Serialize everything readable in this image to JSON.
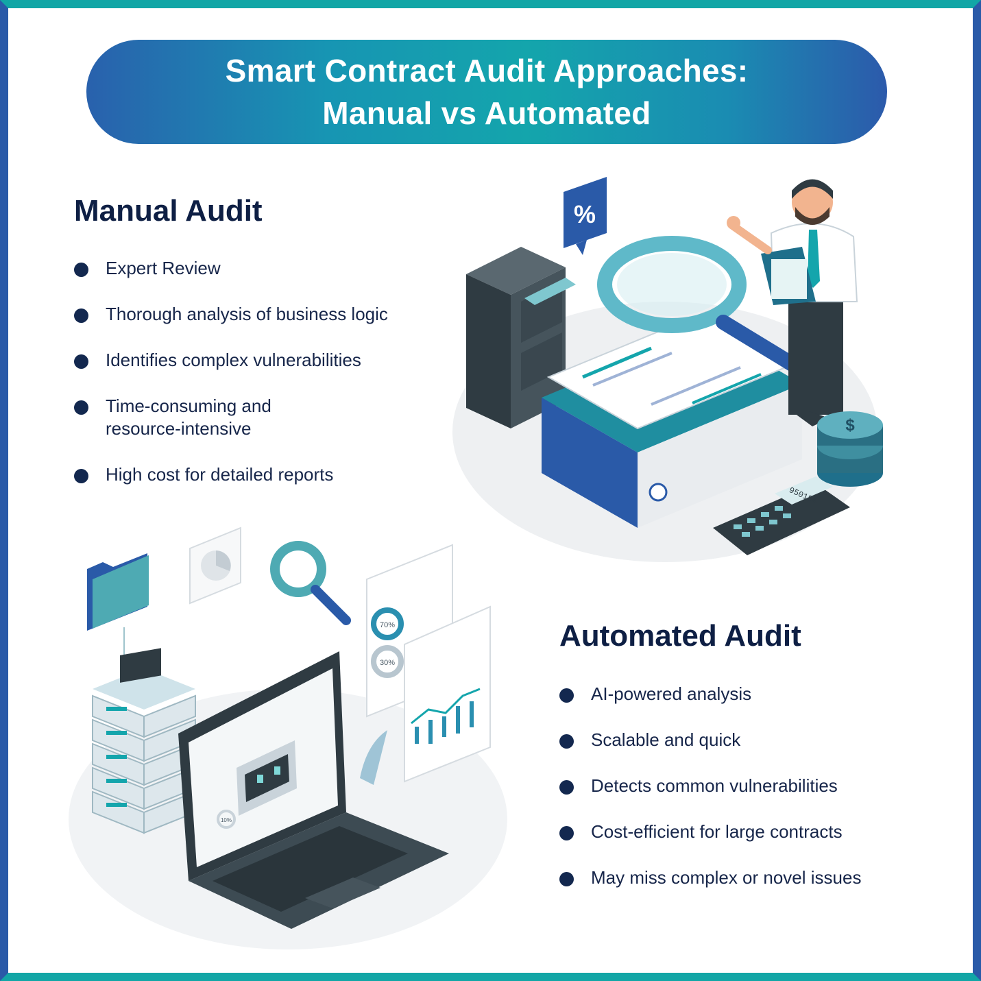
{
  "title": {
    "line1": "Smart Contract Audit Approaches:",
    "line2": "Manual vs Automated"
  },
  "manual": {
    "heading": "Manual Audit",
    "items": [
      {
        "line1": "Expert Review",
        "line2": ""
      },
      {
        "line1": "Thorough analysis of business logic",
        "line2": ""
      },
      {
        "line1": "Identifies complex vulnerabilities",
        "line2": ""
      },
      {
        "line1": "Time-consuming and",
        "line2": "resource-intensive"
      },
      {
        "line1": "High cost for detailed reports",
        "line2": ""
      }
    ]
  },
  "automated": {
    "heading": "Automated Audit",
    "items": [
      "AI-powered analysis",
      "Scalable and quick",
      "Detects common vulnerabilities",
      "Cost-efficient for large contracts",
      "May miss complex or novel issues"
    ]
  },
  "illustration_text": {
    "percent_badge": "%",
    "dollar_sign": "$",
    "calculator_display": "950184",
    "donut_1": "70%",
    "donut_2": "30%",
    "laptop_donut": "10%"
  },
  "colors": {
    "navy": "#13284f",
    "teal": "#14a5ac",
    "blue": "#2a5aa8",
    "dark_grey": "#3d4b53"
  }
}
